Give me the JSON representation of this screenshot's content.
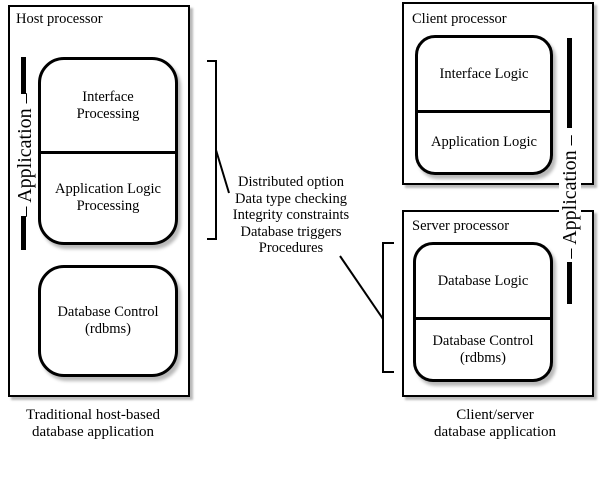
{
  "host": {
    "title": "Host processor",
    "upper_rect": {
      "top_cell": "Interface\nProcessing",
      "bottom_cell": "Application Logic\nProcessing"
    },
    "lower_rect": "Database Control\n(rdbms)",
    "app_span_label": "– Application –",
    "caption": "Traditional host-based\ndatabase application"
  },
  "middle": {
    "lines": [
      "Distributed option",
      "Data type checking",
      "Integrity constraints",
      "Database triggers",
      "Procedures"
    ]
  },
  "client": {
    "title": "Client processor",
    "rect": {
      "top_cell": "Interface Logic",
      "bottom_cell": "Application Logic"
    }
  },
  "server": {
    "title": "Server processor",
    "rect": {
      "top_cell": "Database Logic",
      "bottom_cell": "Database Control\n(rdbms)"
    },
    "caption": "Client/server\ndatabase application"
  },
  "right_app_span_label": "– Application –",
  "colors": {
    "line": "#000000",
    "shadow": "#b9b9b9",
    "background": "#ffffff",
    "text": "#000000"
  }
}
